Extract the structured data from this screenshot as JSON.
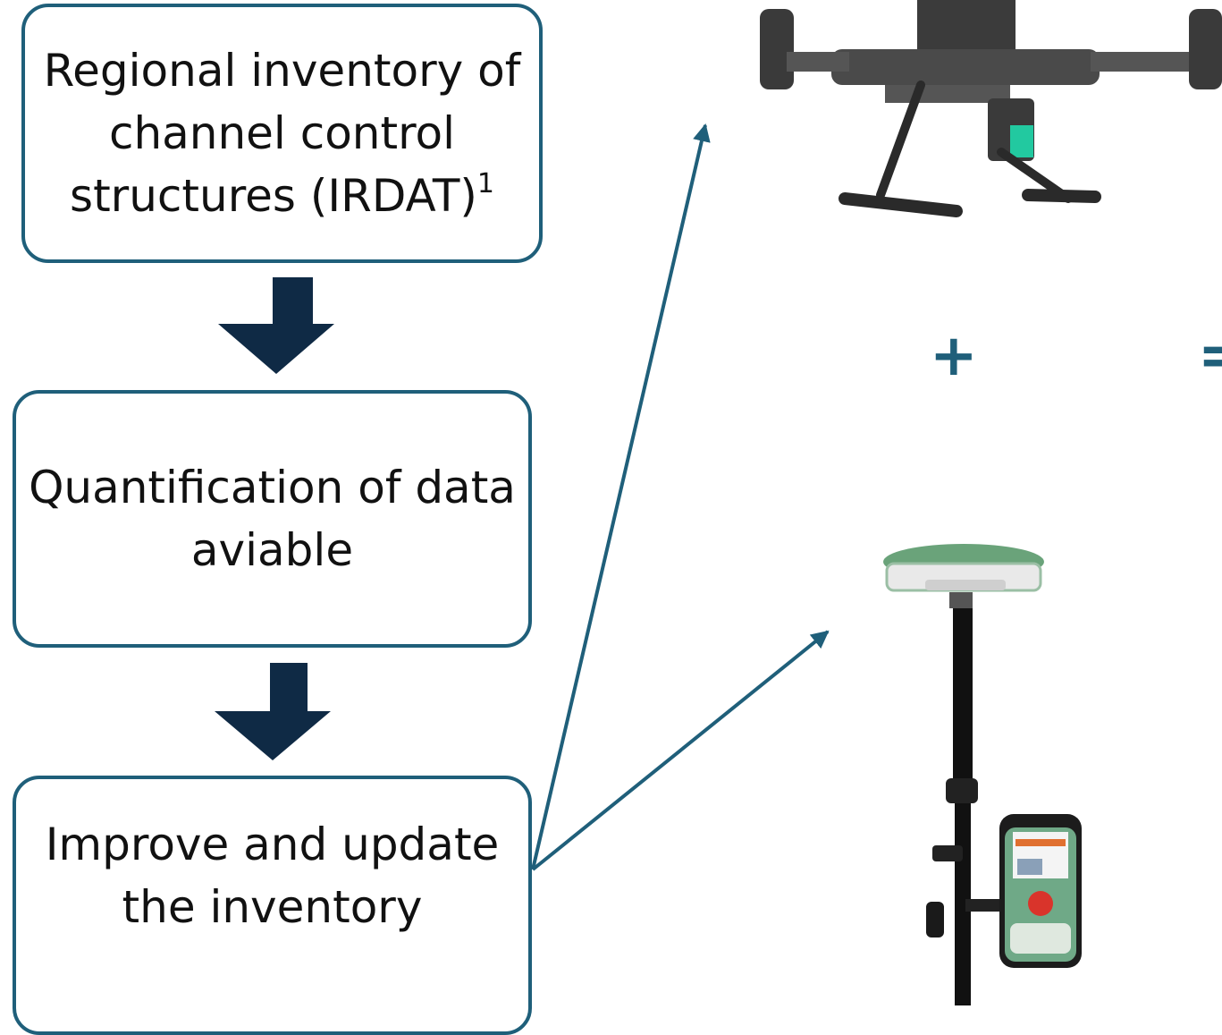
{
  "boxes": {
    "box1": {
      "text": "Regional inventory of channel control structures (IRDAT)",
      "superscript": "1"
    },
    "box2": {
      "text": "Quantification of data aviable"
    },
    "box3": {
      "text": "Improve and update the inventory"
    }
  },
  "symbols": {
    "plus": "+",
    "equals": "="
  },
  "images": {
    "drone": "drone-lidar-image",
    "gnss": "gnss-rover-image"
  },
  "colors": {
    "box_border": "#1f5f7a",
    "flow_arrow": "#0f2a45",
    "link_arrow": "#1f5f7a"
  }
}
